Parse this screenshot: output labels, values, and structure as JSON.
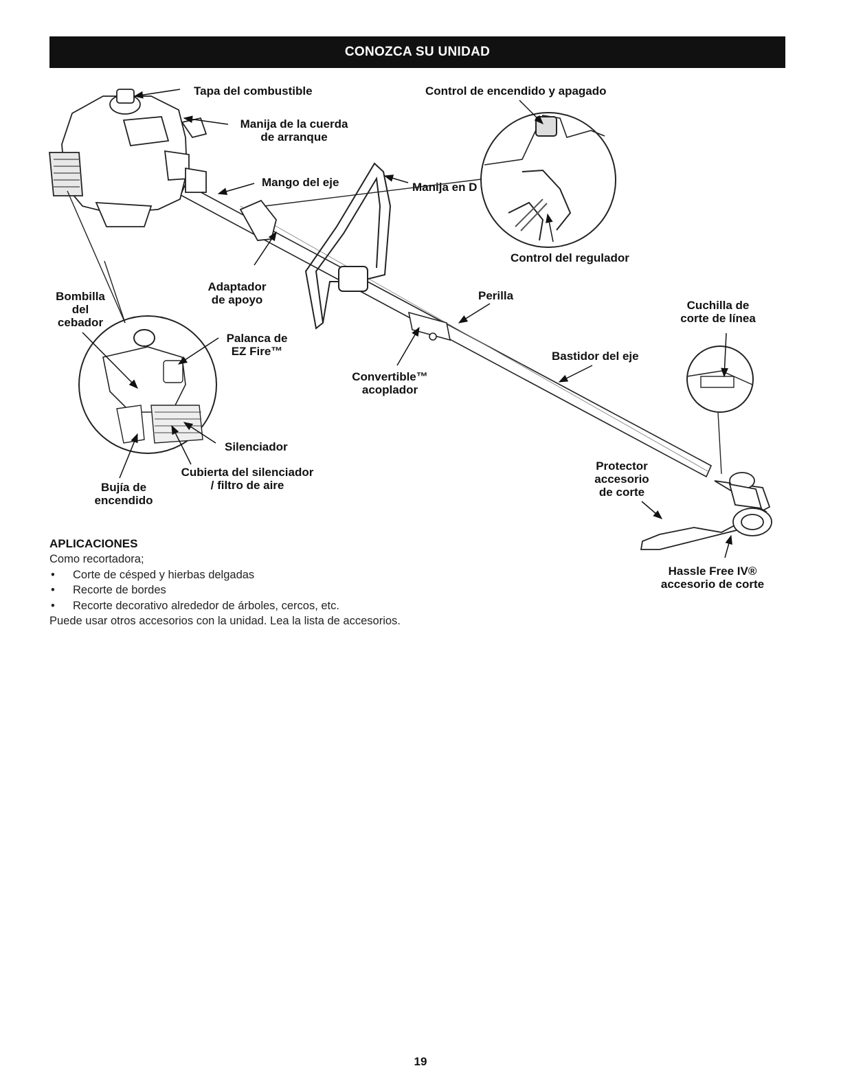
{
  "header": {
    "title": "CONOZCA SU UNIDAD"
  },
  "labels": {
    "fuel_cap": "Tapa del combustible",
    "onoff": "Control de encendido y apagado",
    "starter_1": "Manija de la cuerda",
    "starter_2": "de arranque",
    "shaft_handle": "Mango del eje",
    "d_handle": "Manija en D",
    "throttle": "Control del regulador",
    "support_1": "Adaptador",
    "support_2": "de apoyo",
    "primer_1": "Bombilla",
    "primer_2": "del",
    "primer_3": "cebador",
    "knob": "Perilla",
    "blade_1": "Cuchilla de",
    "blade_2": "corte de línea",
    "ezfire_1": "Palanca de",
    "ezfire_2": "EZ Fire™",
    "housing": "Bastidor del eje",
    "coupler_1": "Convertible™",
    "coupler_2": "acoplador",
    "muffler": "Silenciador",
    "cover_1": "Cubierta del silenciador",
    "cover_2": "/ filtro de aire",
    "spark_1": "Bujía de",
    "spark_2": "encendido",
    "guard_1": "Protector",
    "guard_2": "accesorio",
    "guard_3": "de corte",
    "head_1": "Hassle Free IV®",
    "head_2": "accesorio de corte"
  },
  "applications": {
    "heading": "APLICACIONES",
    "intro": "Como recortadora;",
    "bullet": "•",
    "items": [
      "Corte de césped y hierbas delgadas",
      "Recorte de bordes",
      "Recorte decorativo alrededor de árboles, cercos, etc."
    ],
    "note": "Puede usar otros accesorios con la unidad. Lea la lista de accesorios."
  },
  "page_number": "19"
}
